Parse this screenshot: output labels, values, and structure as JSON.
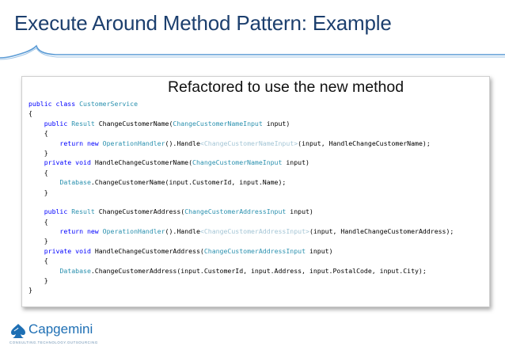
{
  "slide": {
    "title": "Execute Around Method Pattern: Example",
    "box_heading": "Refactored to use the new method"
  },
  "code_lines": [
    [
      {
        "t": "public class ",
        "c": "kw"
      },
      {
        "t": "CustomerService",
        "c": "ty"
      }
    ],
    [
      {
        "t": "{",
        "c": ""
      }
    ],
    [
      {
        "t": "    public ",
        "c": "kw"
      },
      {
        "t": "Result",
        "c": "ty"
      },
      {
        "t": " ChangeCustomerName(",
        "c": ""
      },
      {
        "t": "ChangeCustomerNameInput",
        "c": "ty"
      },
      {
        "t": " input)",
        "c": ""
      }
    ],
    [
      {
        "t": "    {",
        "c": ""
      }
    ],
    [
      {
        "t": "        return new ",
        "c": "kw"
      },
      {
        "t": "OperationHandler",
        "c": "ty"
      },
      {
        "t": "().Handle",
        "c": ""
      },
      {
        "t": "<ChangeCustomerNameInput>",
        "c": "gp"
      },
      {
        "t": "(input, HandleChangeCustomerName);",
        "c": ""
      }
    ],
    [
      {
        "t": "    }",
        "c": ""
      }
    ],
    [
      {
        "t": "    private void ",
        "c": "kw"
      },
      {
        "t": "HandleChangeCustomerName(",
        "c": ""
      },
      {
        "t": "ChangeCustomerNameInput",
        "c": "ty"
      },
      {
        "t": " input)",
        "c": ""
      }
    ],
    [
      {
        "t": "    {",
        "c": ""
      }
    ],
    [
      {
        "t": "        ",
        "c": ""
      },
      {
        "t": "Database",
        "c": "ty"
      },
      {
        "t": ".ChangeCustomerName(input.CustomerId, input.Name);",
        "c": ""
      }
    ],
    [
      {
        "t": "    }",
        "c": ""
      }
    ],
    [
      {
        "t": "",
        "c": ""
      }
    ],
    [
      {
        "t": "    public ",
        "c": "kw"
      },
      {
        "t": "Result",
        "c": "ty"
      },
      {
        "t": " ChangeCustomerAddress(",
        "c": ""
      },
      {
        "t": "ChangeCustomerAddressInput",
        "c": "ty"
      },
      {
        "t": " input)",
        "c": ""
      }
    ],
    [
      {
        "t": "    {",
        "c": ""
      }
    ],
    [
      {
        "t": "        return new ",
        "c": "kw"
      },
      {
        "t": "OperationHandler",
        "c": "ty"
      },
      {
        "t": "().Handle",
        "c": ""
      },
      {
        "t": "<ChangeCustomerAddressInput>",
        "c": "gp"
      },
      {
        "t": "(input, HandleChangeCustomerAddress);",
        "c": ""
      }
    ],
    [
      {
        "t": "    }",
        "c": ""
      }
    ],
    [
      {
        "t": "    private void ",
        "c": "kw"
      },
      {
        "t": "HandleChangeCustomerAddress(",
        "c": ""
      },
      {
        "t": "ChangeCustomerAddressInput",
        "c": "ty"
      },
      {
        "t": " input)",
        "c": ""
      }
    ],
    [
      {
        "t": "    {",
        "c": ""
      }
    ],
    [
      {
        "t": "        ",
        "c": ""
      },
      {
        "t": "Database",
        "c": "ty"
      },
      {
        "t": ".ChangeCustomerAddress(input.CustomerId, input.Address, input.PostalCode, input.City);",
        "c": ""
      }
    ],
    [
      {
        "t": "    }",
        "c": ""
      }
    ],
    [
      {
        "t": "}",
        "c": ""
      }
    ]
  ],
  "footer": {
    "logo_word": "Capgemini",
    "logo_tagline": "CONSULTING.TECHNOLOGY.OUTSOURCING"
  },
  "colors": {
    "title": "#1c3f6e",
    "swoosh": "#5b9bd5",
    "keyword": "#0000ff",
    "type": "#2b91af",
    "generic_arg": "#a5c6d6",
    "logo": "#1e6fb4"
  },
  "icons": {
    "logo_mark": "capgemini-spade-icon"
  }
}
